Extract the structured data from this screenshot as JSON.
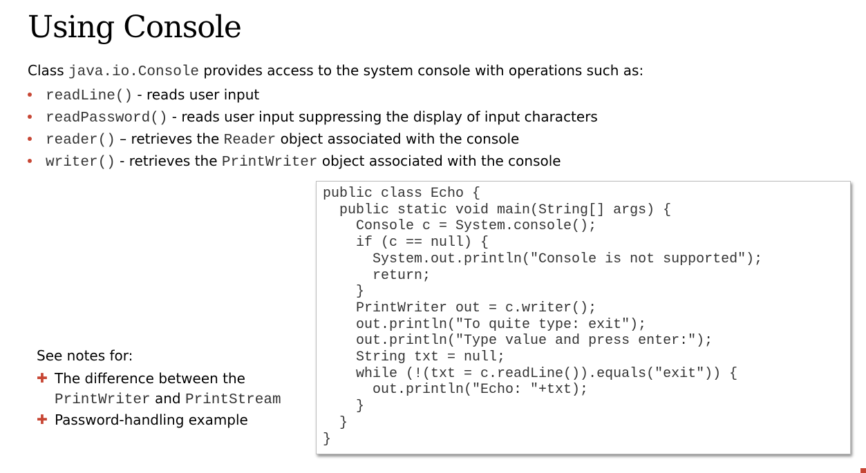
{
  "title": "Using Console",
  "intro": {
    "prefix": "Class ",
    "code": "java.io.Console",
    "suffix": " provides access to the system console with operations such as:"
  },
  "bullets": [
    {
      "code": "readLine()",
      "text": " - reads user input"
    },
    {
      "code": "readPassword()",
      "text": " - reads user input suppressing the display of input characters"
    },
    {
      "code": "reader()",
      "text_before": " – retrieves the ",
      "code2": "Reader",
      "text_after": " object associated with the console"
    },
    {
      "code": "writer()",
      "text_before": " - retrieves the ",
      "code2": "PrintWriter",
      "text_after": " object associated with the console"
    }
  ],
  "code_lines": [
    "public class Echo {",
    "  public static void main(String[] args) {",
    "    Console c = System.console();",
    "    if (c == null) {",
    "      System.out.println(\"Console is not supported\");",
    "      return;",
    "    }",
    "    PrintWriter out = c.writer();",
    "    out.println(\"To quite type: exit\");",
    "    out.println(\"Type value and press enter:\");",
    "    String txt = null;",
    "    while (!(txt = c.readLine()).equals(\"exit\")) {",
    "      out.println(\"Echo: \"+txt);",
    "    }",
    "  }",
    "}"
  ],
  "notes": {
    "heading": "See notes for:",
    "item1": {
      "text": "The difference between the",
      "code1": "PrintWriter",
      "mid": " and ",
      "code2": "PrintStream"
    },
    "item2": {
      "text": "Password-handling example"
    },
    "bullet_glyph": "✚"
  },
  "colors": {
    "accent": "#c74634",
    "code_text": "#333333"
  }
}
